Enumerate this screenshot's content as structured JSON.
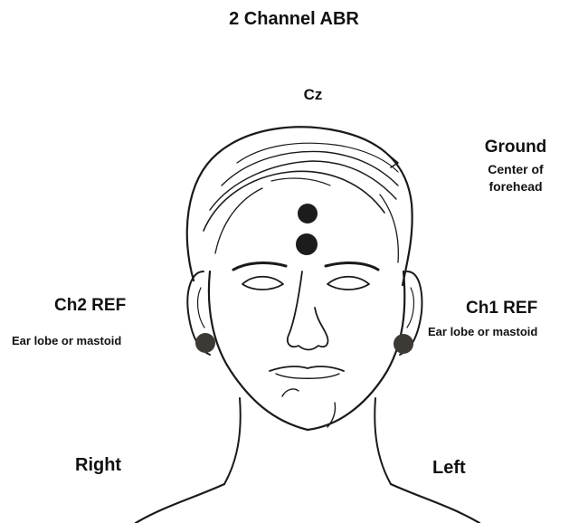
{
  "title": "2 Channel ABR",
  "electrodes": {
    "cz": {
      "label": "Cz"
    },
    "ground": {
      "label": "Ground",
      "sublabel": "Center of\nforehead"
    },
    "ch2_ref": {
      "label": "Ch2 REF",
      "sublabel": "Ear lobe or mastoid"
    },
    "ch1_ref": {
      "label": "Ch1 REF",
      "sublabel": "Ear lobe or mastoid"
    }
  },
  "sides": {
    "right": "Right",
    "left": "Left"
  },
  "colors": {
    "electrode_dark": "#1c1c1c",
    "electrode_ear": "#3d3a36",
    "line": "#1a1a1a"
  }
}
